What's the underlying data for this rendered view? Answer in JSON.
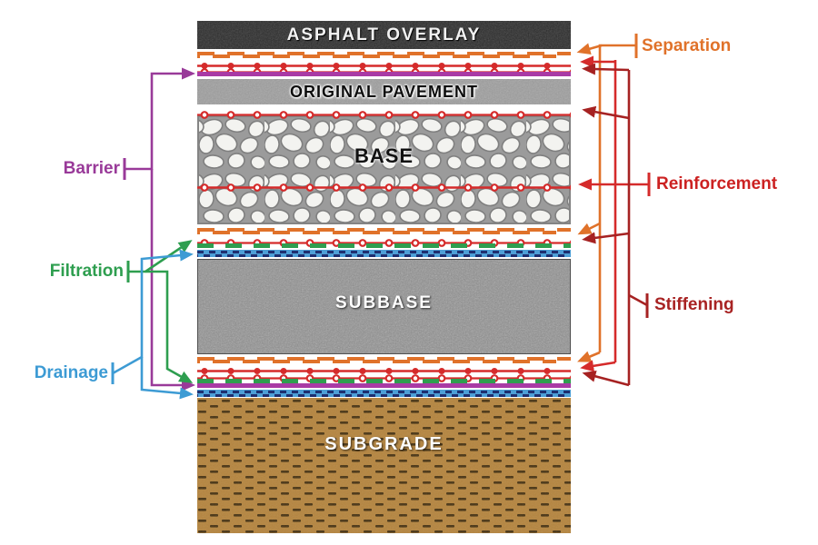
{
  "diagram": {
    "layers": {
      "asphalt_overlay": "ASPHALT OVERLAY",
      "original_pavement": "ORIGINAL PAVEMENT",
      "base": "BASE",
      "subbase": "SUBBASE",
      "subgrade": "SUBGRADE"
    },
    "functions": {
      "separation": {
        "label": "Separation",
        "color": "#E0722A"
      },
      "barrier": {
        "label": "Barrier",
        "color": "#993A99"
      },
      "reinforcement": {
        "label": "Reinforcement",
        "color": "#CC2222"
      },
      "filtration": {
        "label": "Filtration",
        "color": "#2E9E4F"
      },
      "stiffening": {
        "label": "Stiffening",
        "color": "#A82323"
      },
      "drainage": {
        "label": "Drainage",
        "color": "#3D9BD4"
      }
    }
  }
}
